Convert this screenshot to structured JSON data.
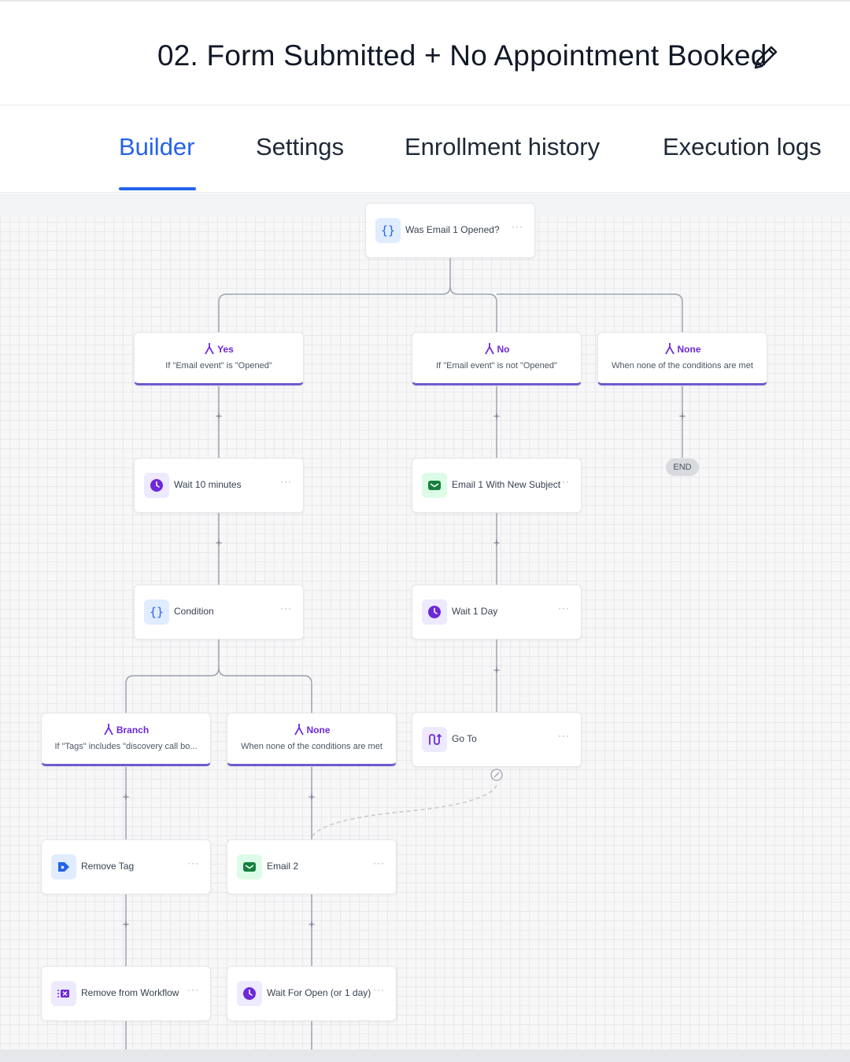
{
  "header": {
    "title": "02. Form Submitted + No Appointment Booked"
  },
  "tabs": [
    {
      "label": "Builder",
      "active": true
    },
    {
      "label": "Settings",
      "active": false
    },
    {
      "label": "Enrollment history",
      "active": false
    },
    {
      "label": "Execution logs",
      "active": false
    }
  ],
  "colors": {
    "accent": "#2563eb",
    "branch": "#6d5bd0",
    "clock": "#6d28d9",
    "email": "#16a34a"
  },
  "workflow": {
    "top_condition": {
      "label": "Was Email 1 Opened?",
      "menu": "···",
      "icon": "braces-icon"
    },
    "branches_top": [
      {
        "name": "Yes",
        "sub": "If \"Email event\" is \"Opened\""
      },
      {
        "name": "No",
        "sub": "If \"Email event\" is not \"Opened\""
      },
      {
        "name": "None",
        "sub": "When none of the conditions are met"
      }
    ],
    "yes_path": [
      {
        "label": "Wait 10 minutes",
        "menu": "···",
        "icon": "clock-icon"
      },
      {
        "label": "Condition",
        "menu": "···",
        "icon": "braces-icon"
      }
    ],
    "branches_sub": [
      {
        "name": "Branch",
        "sub": "If \"Tags\" includes \"discovery call bo..."
      },
      {
        "name": "None",
        "sub": "When none of the conditions are met"
      }
    ],
    "branch_path": [
      {
        "label": "Remove Tag",
        "menu": "···",
        "icon": "tag-remove-icon"
      },
      {
        "label": "Remove from Workflow",
        "menu": "···",
        "icon": "workflow-remove-icon"
      }
    ],
    "none_sub_path": [
      {
        "label": "Email 2",
        "menu": "···",
        "icon": "email-icon"
      },
      {
        "label": "Wait For Open (or 1 day)",
        "menu": "···",
        "icon": "clock-icon"
      }
    ],
    "no_path": [
      {
        "label": "Email 1 With New Subject",
        "menu": "···",
        "icon": "email-icon"
      },
      {
        "label": "Wait 1 Day",
        "menu": "···",
        "icon": "clock-icon"
      },
      {
        "label": "Go To",
        "menu": "···",
        "icon": "goto-icon"
      }
    ],
    "end_label": "END",
    "plus_symbol": "+"
  }
}
